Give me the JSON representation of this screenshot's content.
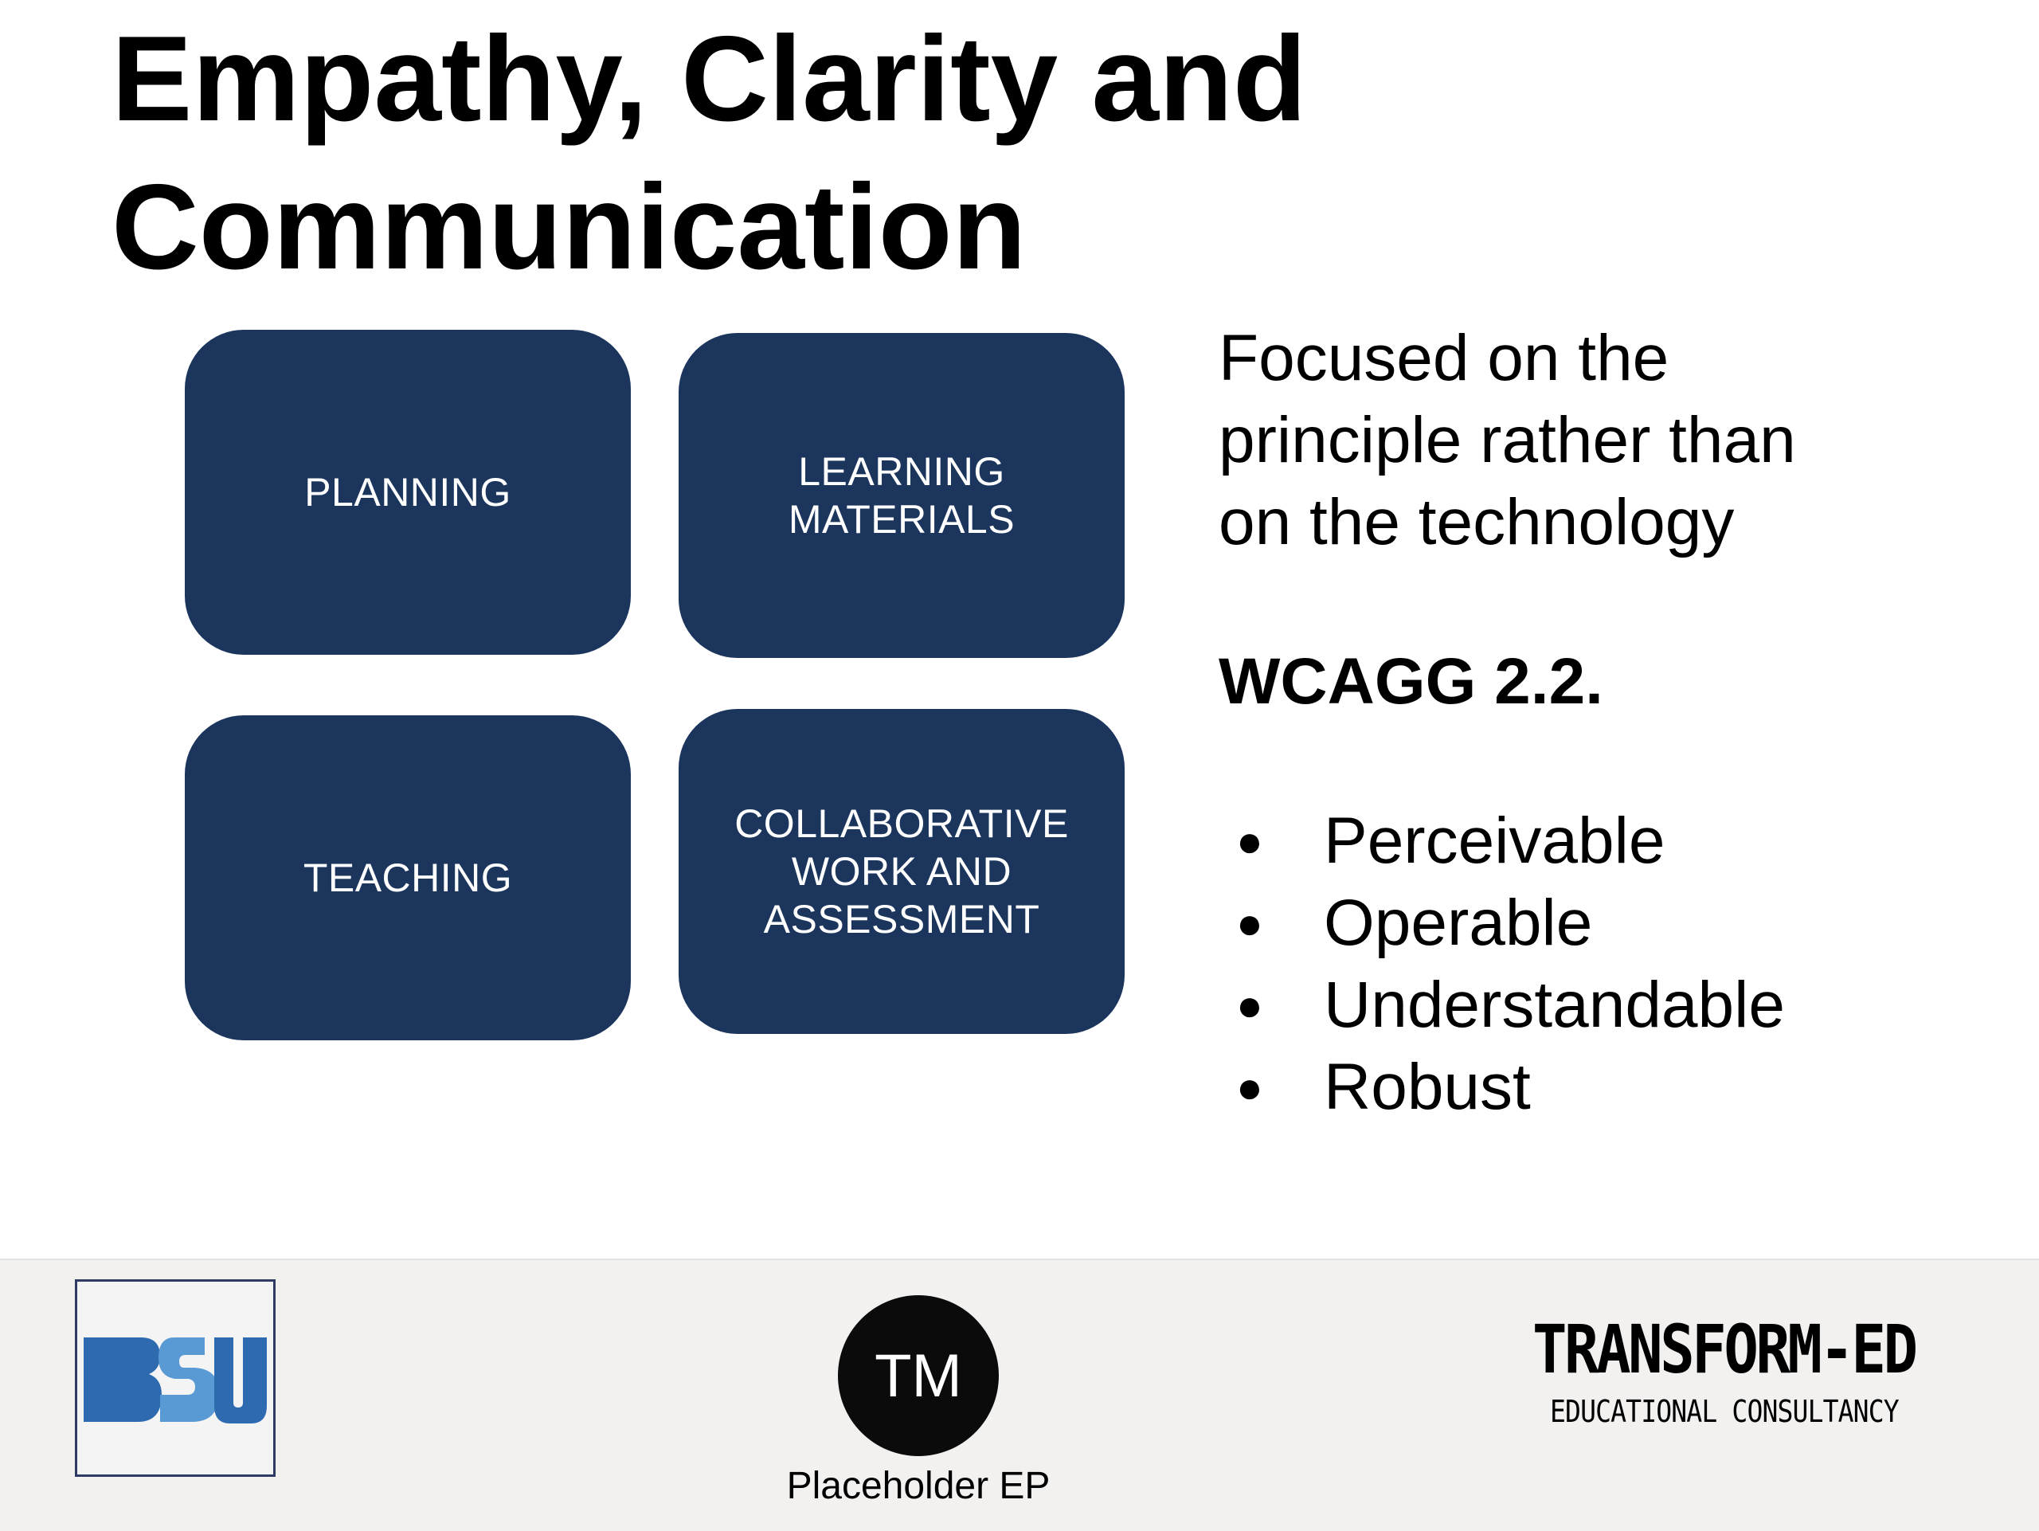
{
  "slide": {
    "title_lines": [
      "Empathy, Clarity and",
      "Communication"
    ]
  },
  "tiles": [
    {
      "label": "PLANNING"
    },
    {
      "label": "LEARNING\nMATERIALS"
    },
    {
      "label": "TEACHING"
    },
    {
      "label": "COLLABORATIVE\nWORK AND\nASSESSMENT"
    }
  ],
  "side": {
    "focus_lines": [
      "Focused on the",
      "principle rather than",
      "on the technology"
    ],
    "standard": "WCAGG 2.2.",
    "principles": [
      "Perceivable",
      "Operable",
      "Understandable",
      "Robust"
    ]
  },
  "footer": {
    "bsu_logo_text": "BSU",
    "badge_text": "TM",
    "badge_caption": "Placeholder EP",
    "transform_title": "TRANSFORM-ED",
    "transform_subtitle": "EDUCATIONAL CONSULTANCY"
  },
  "colors": {
    "tile": "#1b355c",
    "bsu_dark": "#2d6ab0",
    "bsu_light": "#5a9ad4",
    "footer_bg": "#f2f1f0"
  }
}
